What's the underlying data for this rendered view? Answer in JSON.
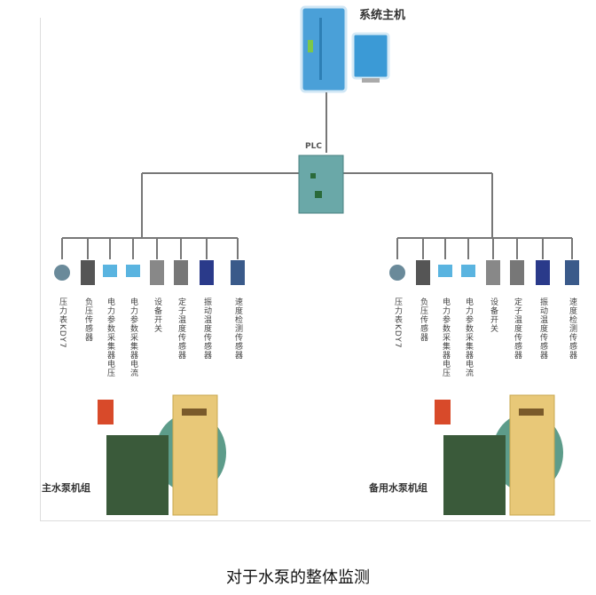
{
  "host": {
    "label": "系统主机"
  },
  "plc": {
    "label": "PLC"
  },
  "devices": [
    {
      "label": "压力表KDY7",
      "icon": "pressure-gauge-icon"
    },
    {
      "label": "负压传感器",
      "icon": "sensor-icon"
    },
    {
      "label": "电力参数采集器电压",
      "icon": "power-meter-icon"
    },
    {
      "label": "电力参数采集器电流",
      "icon": "power-meter-icon"
    },
    {
      "label": "设备开关",
      "icon": "switch-icon"
    },
    {
      "label": "定子温度传感器",
      "icon": "temperature-sensor-icon"
    },
    {
      "label": "振动温度传感器",
      "icon": "vibration-sensor-icon"
    },
    {
      "label": "速度检测传感器",
      "icon": "speed-sensor-icon"
    }
  ],
  "units": {
    "main": "主水泵机组",
    "backup": "备用水泵机组"
  },
  "caption": "对于水泵的整体监测",
  "colors": {
    "line": "#777777",
    "device_blue": "#5ab4e0",
    "plc": "#6aa8a8",
    "cabinet": "#e8c878",
    "tank": "#5d9c8a"
  }
}
